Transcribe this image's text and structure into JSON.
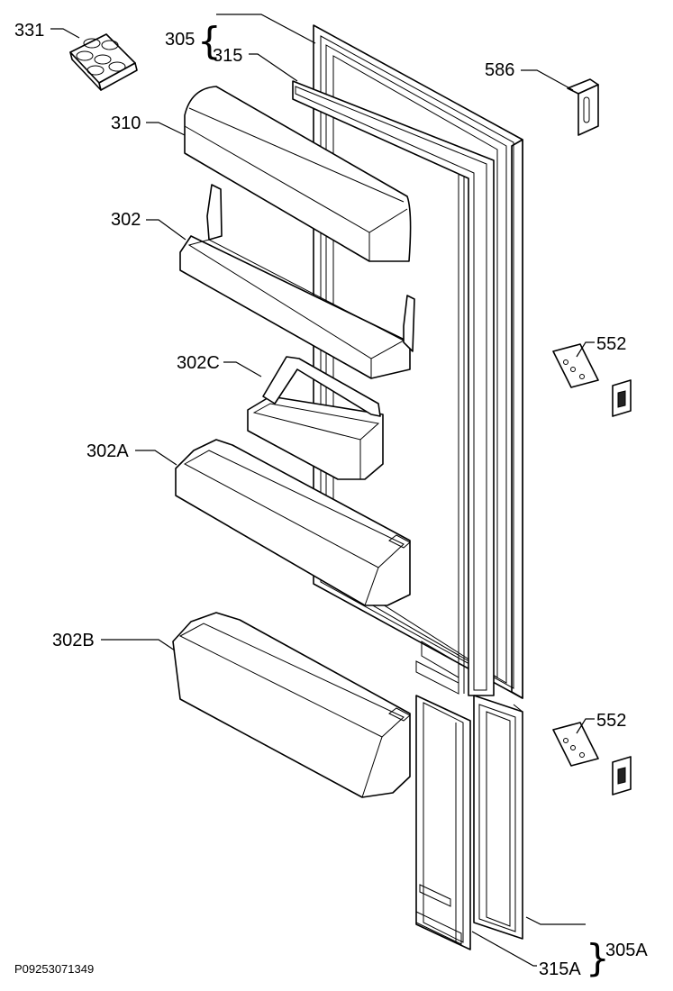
{
  "callouts": {
    "egg_tray": "331",
    "door_upper": "305",
    "gasket_upper": "315",
    "hinge_top": "586",
    "dairy_cover": "310",
    "balcony": "302",
    "small_balcony": "302C",
    "hinge_mid_1": "552",
    "balcony_a": "302A",
    "balcony_b": "302B",
    "hinge_mid_2": "552",
    "gasket_lower": "315A",
    "door_lower": "305A"
  },
  "doc_code": "P09253071349"
}
